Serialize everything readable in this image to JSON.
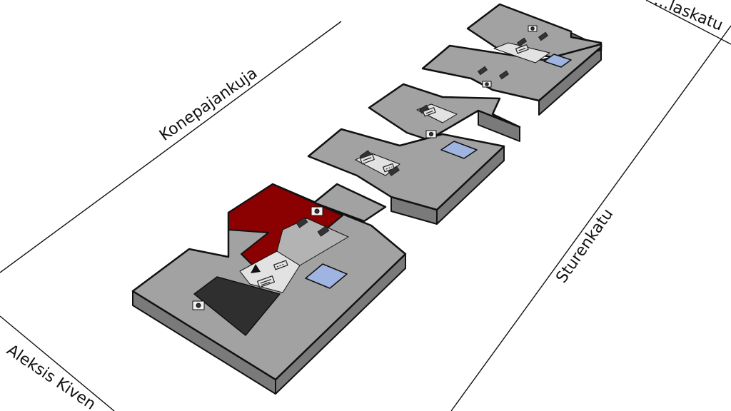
{
  "streets": {
    "north": "Konepajankuja",
    "east": "Sturenkatu",
    "south": "Aleksis Kiven",
    "top_corner": "…laskatu"
  },
  "colors": {
    "floor_top": "#a2a2a2",
    "floor_side": "#7a7a7a",
    "highlight": "#8b0000",
    "atrium": "#9fb4e0",
    "core": "#e2e2e2",
    "dark_room": "#2f2f2f"
  },
  "icons": [
    "you-are-here-marker-icon",
    "elevator-icon",
    "stairs-icon",
    "atrium-skylight-icon"
  ]
}
